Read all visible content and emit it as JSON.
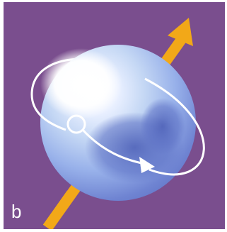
{
  "figure": {
    "panel_label": "b",
    "colors": {
      "background": "#7a4e8e",
      "axis_arrow": "#f2a818",
      "sphere_light": "#c4d7f4",
      "sphere_mid": "#98b1ea",
      "sphere_dark": "#5f73c6",
      "highlight": "#ffffff",
      "orbit_line": "#ffffff"
    },
    "elements": {
      "axis_arrow_icon": "rotation-axis-arrow",
      "sphere": "shaded-sphere",
      "orbit": "precession-orbit-ellipse",
      "trajectory": "curved-trajectory-arrow"
    }
  }
}
